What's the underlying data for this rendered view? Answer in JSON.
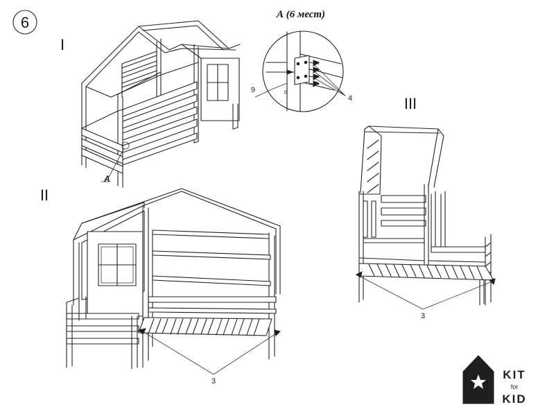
{
  "step": {
    "number": "6"
  },
  "views": {
    "view1_label": "I",
    "view2_label": "II",
    "view3_label": "III"
  },
  "detail": {
    "title": "А (6 мест)",
    "part_9": "9",
    "part_4": "4"
  },
  "callouts": {
    "detail_ref": "A",
    "slats_view2": "3",
    "slats_view3": "3"
  },
  "logo": {
    "line1": "KIT",
    "line2": "for",
    "line3": "KID",
    "icon": "star-house-icon"
  },
  "colors": {
    "ink": "#222222",
    "logo": "#1e1e1e"
  }
}
